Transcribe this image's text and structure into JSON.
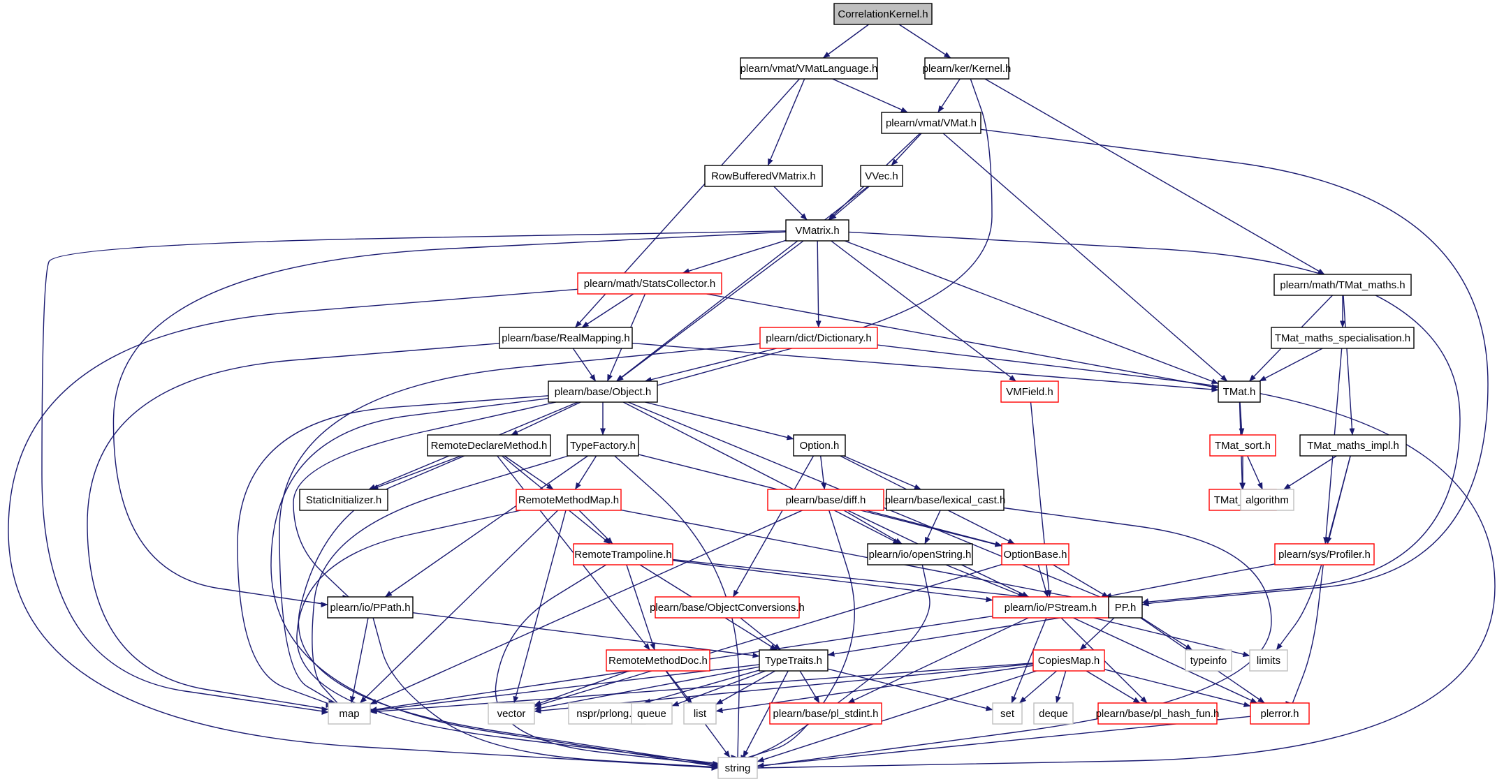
{
  "diagram": {
    "colors": {
      "edge": "#191970",
      "black": "#000000",
      "red": "#ff0000",
      "gray": "#bfbfbf",
      "root_fill": "#bfbfbf"
    },
    "nodes": [
      {
        "id": "CorrelationKernel",
        "label": "CorrelationKernel.h",
        "style": "root"
      },
      {
        "id": "VMatLanguage",
        "label": "plearn/vmat/VMatLanguage.h",
        "style": "black"
      },
      {
        "id": "Kernel",
        "label": "plearn/ker/Kernel.h",
        "style": "black"
      },
      {
        "id": "VMat",
        "label": "plearn/vmat/VMat.h",
        "style": "black"
      },
      {
        "id": "RowBufferedVMatrix",
        "label": "RowBufferedVMatrix.h",
        "style": "black"
      },
      {
        "id": "VVec",
        "label": "VVec.h",
        "style": "black"
      },
      {
        "id": "VMatrix",
        "label": "VMatrix.h",
        "style": "black"
      },
      {
        "id": "StatsCollector",
        "label": "plearn/math/StatsCollector.h",
        "style": "red"
      },
      {
        "id": "TMat_maths",
        "label": "plearn/math/TMat_maths.h",
        "style": "black"
      },
      {
        "id": "RealMapping",
        "label": "plearn/base/RealMapping.h",
        "style": "black"
      },
      {
        "id": "Dictionary",
        "label": "plearn/dict/Dictionary.h",
        "style": "red"
      },
      {
        "id": "TMat_maths_spec",
        "label": "TMat_maths_specialisation.h",
        "style": "black"
      },
      {
        "id": "Object",
        "label": "plearn/base/Object.h",
        "style": "black"
      },
      {
        "id": "VMField",
        "label": "VMField.h",
        "style": "red"
      },
      {
        "id": "TMat",
        "label": "TMat.h",
        "style": "black"
      },
      {
        "id": "RemoteDeclareMethod",
        "label": "RemoteDeclareMethod.h",
        "style": "black"
      },
      {
        "id": "TypeFactory",
        "label": "TypeFactory.h",
        "style": "black"
      },
      {
        "id": "Option",
        "label": "Option.h",
        "style": "black"
      },
      {
        "id": "TMat_sort",
        "label": "TMat_sort.h",
        "style": "red"
      },
      {
        "id": "TMat_maths_impl",
        "label": "TMat_maths_impl.h",
        "style": "black"
      },
      {
        "id": "StaticInitializer",
        "label": "StaticInitializer.h",
        "style": "black"
      },
      {
        "id": "RemoteMethodMap",
        "label": "RemoteMethodMap.h",
        "style": "red"
      },
      {
        "id": "diff",
        "label": "plearn/base/diff.h",
        "style": "red"
      },
      {
        "id": "lexical_cast",
        "label": "plearn/base/lexical_cast.h",
        "style": "black"
      },
      {
        "id": "TMat_impl",
        "label": "TMat_impl.h",
        "style": "red"
      },
      {
        "id": "algorithm",
        "label": "algorithm",
        "style": "gray"
      },
      {
        "id": "openString",
        "label": "plearn/io/openString.h",
        "style": "black"
      },
      {
        "id": "OptionBase",
        "label": "OptionBase.h",
        "style": "red"
      },
      {
        "id": "RemoteTrampoline",
        "label": "RemoteTrampoline.h",
        "style": "red"
      },
      {
        "id": "Profiler",
        "label": "plearn/sys/Profiler.h",
        "style": "red"
      },
      {
        "id": "PPath",
        "label": "plearn/io/PPath.h",
        "style": "black"
      },
      {
        "id": "ObjectConversions",
        "label": "plearn/base/ObjectConversions.h",
        "style": "red"
      },
      {
        "id": "PStream",
        "label": "plearn/io/PStream.h",
        "style": "red"
      },
      {
        "id": "PP",
        "label": "PP.h",
        "style": "black"
      },
      {
        "id": "RemoteMethodDoc",
        "label": "RemoteMethodDoc.h",
        "style": "red"
      },
      {
        "id": "TypeTraits",
        "label": "TypeTraits.h",
        "style": "black"
      },
      {
        "id": "CopiesMap",
        "label": "CopiesMap.h",
        "style": "red"
      },
      {
        "id": "typeinfo",
        "label": "typeinfo",
        "style": "gray"
      },
      {
        "id": "limits",
        "label": "limits",
        "style": "gray"
      },
      {
        "id": "map",
        "label": "map",
        "style": "gray"
      },
      {
        "id": "vector",
        "label": "vector",
        "style": "gray"
      },
      {
        "id": "prlong",
        "label": "nspr/prlong.h",
        "style": "gray"
      },
      {
        "id": "queue",
        "label": "queue",
        "style": "gray"
      },
      {
        "id": "list",
        "label": "list",
        "style": "gray"
      },
      {
        "id": "pl_stdint",
        "label": "plearn/base/pl_stdint.h",
        "style": "red"
      },
      {
        "id": "set",
        "label": "set",
        "style": "gray"
      },
      {
        "id": "deque",
        "label": "deque",
        "style": "gray"
      },
      {
        "id": "pl_hash_fun",
        "label": "plearn/base/pl_hash_fun.h",
        "style": "red"
      },
      {
        "id": "plerror",
        "label": "plerror.h",
        "style": "red"
      },
      {
        "id": "string",
        "label": "string",
        "style": "gray"
      }
    ],
    "edges": [
      [
        "CorrelationKernel",
        "VMatLanguage"
      ],
      [
        "CorrelationKernel",
        "Kernel"
      ],
      [
        "VMatLanguage",
        "VMat"
      ],
      [
        "VMatLanguage",
        "RowBufferedVMatrix"
      ],
      [
        "VMatLanguage",
        "RealMapping"
      ],
      [
        "Kernel",
        "VMat"
      ],
      [
        "Kernel",
        "Object"
      ],
      [
        "Kernel",
        "TMat_maths"
      ],
      [
        "VMat",
        "VVec"
      ],
      [
        "VMat",
        "VMatrix"
      ],
      [
        "VMat",
        "TMat"
      ],
      [
        "VMat",
        "PP"
      ],
      [
        "RowBufferedVMatrix",
        "VMatrix"
      ],
      [
        "VVec",
        "VMatrix"
      ],
      [
        "VVec",
        "Object"
      ],
      [
        "VMatrix",
        "StatsCollector"
      ],
      [
        "VMatrix",
        "Object"
      ],
      [
        "VMatrix",
        "Dictionary"
      ],
      [
        "VMatrix",
        "VMField"
      ],
      [
        "VMatrix",
        "TMat"
      ],
      [
        "VMatrix",
        "PPath"
      ],
      [
        "VMatrix",
        "map"
      ],
      [
        "VMatrix",
        "PP"
      ],
      [
        "StatsCollector",
        "RealMapping"
      ],
      [
        "StatsCollector",
        "Object"
      ],
      [
        "StatsCollector",
        "TMat"
      ],
      [
        "StatsCollector",
        "string"
      ],
      [
        "TMat_maths",
        "TMat"
      ],
      [
        "TMat_maths",
        "TMat_maths_spec"
      ],
      [
        "TMat_maths",
        "TMat_maths_impl"
      ],
      [
        "RealMapping",
        "Object"
      ],
      [
        "RealMapping",
        "TMat"
      ],
      [
        "RealMapping",
        "map"
      ],
      [
        "Dictionary",
        "Object"
      ],
      [
        "Dictionary",
        "map"
      ],
      [
        "Dictionary",
        "string"
      ],
      [
        "TMat_maths_spec",
        "TMat"
      ],
      [
        "TMat_maths_spec",
        "Profiler"
      ],
      [
        "Object",
        "RemoteDeclareMethod"
      ],
      [
        "Object",
        "TypeFactory"
      ],
      [
        "Object",
        "Option"
      ],
      [
        "Object",
        "StaticInitializer"
      ],
      [
        "Object",
        "openString"
      ],
      [
        "Object",
        "PPath"
      ],
      [
        "Object",
        "PP"
      ],
      [
        "Object",
        "map"
      ],
      [
        "Object",
        "string"
      ],
      [
        "VMField",
        "PStream"
      ],
      [
        "TMat",
        "TMat_sort"
      ],
      [
        "TMat",
        "TMat_impl"
      ],
      [
        "RemoteDeclareMethod",
        "StaticInitializer"
      ],
      [
        "RemoteDeclareMethod",
        "RemoteMethodMap"
      ],
      [
        "RemoteDeclareMethod",
        "RemoteTrampoline"
      ],
      [
        "RemoteDeclareMethod",
        "RemoteMethodDoc"
      ],
      [
        "RemoteDeclareMethod",
        "string"
      ],
      [
        "TypeFactory",
        "RemoteMethodMap"
      ],
      [
        "TypeFactory",
        "OptionBase"
      ],
      [
        "TypeFactory",
        "PPath"
      ],
      [
        "TypeFactory",
        "map"
      ],
      [
        "TypeFactory",
        "string"
      ],
      [
        "Option",
        "diff"
      ],
      [
        "Option",
        "lexical_cast"
      ],
      [
        "Option",
        "OptionBase"
      ],
      [
        "Option",
        "ObjectConversions"
      ],
      [
        "TMat_sort",
        "TMat_impl"
      ],
      [
        "TMat_sort",
        "algorithm"
      ],
      [
        "TMat_maths_impl",
        "algorithm"
      ],
      [
        "TMat_maths_impl",
        "Profiler"
      ],
      [
        "TMat_maths_impl",
        "limits"
      ],
      [
        "RemoteMethodMap",
        "RemoteTrampoline"
      ],
      [
        "RemoteMethodMap",
        "PP"
      ],
      [
        "RemoteMethodMap",
        "map"
      ],
      [
        "RemoteMethodMap",
        "vector"
      ],
      [
        "RemoteMethodMap",
        "string"
      ],
      [
        "diff",
        "openString"
      ],
      [
        "diff",
        "OptionBase"
      ],
      [
        "diff",
        "PStream"
      ],
      [
        "diff",
        "map"
      ],
      [
        "diff",
        "string"
      ],
      [
        "lexical_cast",
        "openString"
      ],
      [
        "lexical_cast",
        "string"
      ],
      [
        "openString",
        "PStream"
      ],
      [
        "openString",
        "string"
      ],
      [
        "OptionBase",
        "PStream"
      ],
      [
        "OptionBase",
        "PP"
      ],
      [
        "OptionBase",
        "vector"
      ],
      [
        "RemoteTrampoline",
        "PStream"
      ],
      [
        "RemoteTrampoline",
        "PP"
      ],
      [
        "RemoteTrampoline",
        "RemoteMethodDoc"
      ],
      [
        "RemoteTrampoline",
        "TypeTraits"
      ],
      [
        "RemoteTrampoline",
        "string"
      ],
      [
        "Profiler",
        "PStream"
      ],
      [
        "Profiler",
        "plerror"
      ],
      [
        "PPath",
        "TypeTraits"
      ],
      [
        "PPath",
        "map"
      ],
      [
        "PPath",
        "string"
      ],
      [
        "ObjectConversions",
        "TypeTraits"
      ],
      [
        "PStream",
        "map"
      ],
      [
        "PStream",
        "set"
      ],
      [
        "PStream",
        "limits"
      ],
      [
        "PStream",
        "pl_stdint"
      ],
      [
        "PStream",
        "pl_hash_fun"
      ],
      [
        "PStream",
        "plerror"
      ],
      [
        "PP",
        "CopiesMap"
      ],
      [
        "PP",
        "typeinfo"
      ],
      [
        "PP",
        "TypeTraits"
      ],
      [
        "PP",
        "plerror"
      ],
      [
        "RemoteMethodDoc",
        "list"
      ],
      [
        "RemoteMethodDoc",
        "vector"
      ],
      [
        "RemoteMethodDoc",
        "string"
      ],
      [
        "TypeTraits",
        "map"
      ],
      [
        "TypeTraits",
        "vector"
      ],
      [
        "TypeTraits",
        "prlong"
      ],
      [
        "TypeTraits",
        "queue"
      ],
      [
        "TypeTraits",
        "list"
      ],
      [
        "TypeTraits",
        "pl_stdint"
      ],
      [
        "TypeTraits",
        "set"
      ],
      [
        "TypeTraits",
        "string"
      ],
      [
        "CopiesMap",
        "map"
      ],
      [
        "CopiesMap",
        "vector"
      ],
      [
        "CopiesMap",
        "list"
      ],
      [
        "CopiesMap",
        "set"
      ],
      [
        "CopiesMap",
        "deque"
      ],
      [
        "CopiesMap",
        "pl_hash_fun"
      ],
      [
        "CopiesMap",
        "plerror"
      ],
      [
        "CopiesMap",
        "string"
      ],
      [
        "plerror",
        "string"
      ]
    ]
  }
}
